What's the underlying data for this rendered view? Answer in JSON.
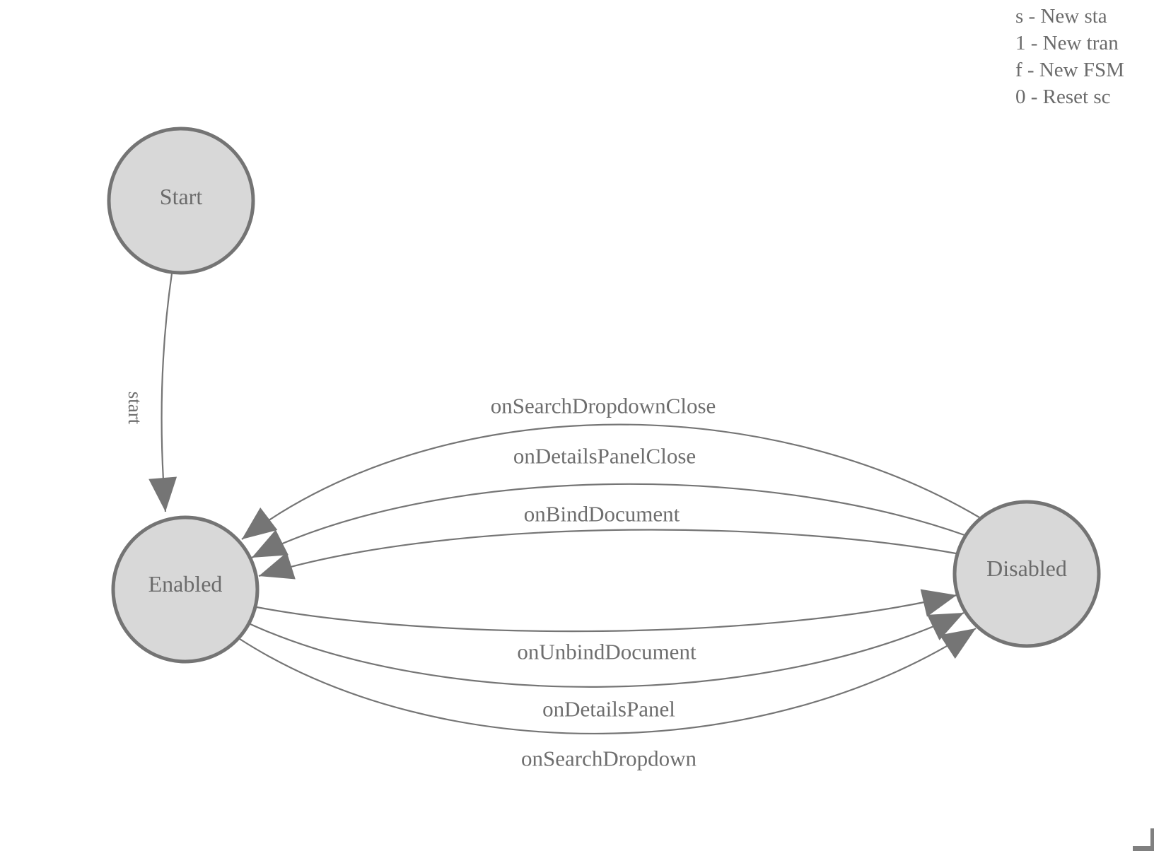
{
  "diagram": {
    "nodes": [
      {
        "id": "start",
        "label": "Start"
      },
      {
        "id": "enabled",
        "label": "Enabled"
      },
      {
        "id": "disabled",
        "label": "Disabled"
      }
    ],
    "edges": [
      {
        "from": "Start",
        "to": "Enabled",
        "label": "start"
      },
      {
        "from": "Disabled",
        "to": "Enabled",
        "label": "onSearchDropdownClose"
      },
      {
        "from": "Disabled",
        "to": "Enabled",
        "label": "onDetailsPanelClose"
      },
      {
        "from": "Disabled",
        "to": "Enabled",
        "label": "onBindDocument"
      },
      {
        "from": "Enabled",
        "to": "Disabled",
        "label": "onUnbindDocument"
      },
      {
        "from": "Enabled",
        "to": "Disabled",
        "label": "onDetailsPanel"
      },
      {
        "from": "Enabled",
        "to": "Disabled",
        "label": "onSearchDropdown"
      }
    ]
  },
  "legend": {
    "lines": [
      "s - New sta",
      "1 - New tran",
      "f - New FSM",
      "0 - Reset sc"
    ]
  },
  "colors": {
    "node_fill": "#d8d8d8",
    "node_stroke": "#747474",
    "edge_stroke": "#757575",
    "arrowhead": "#757575",
    "label_text": "#6e6e6e",
    "legend_text": "#6b6b6b",
    "background": "#ffffff"
  }
}
